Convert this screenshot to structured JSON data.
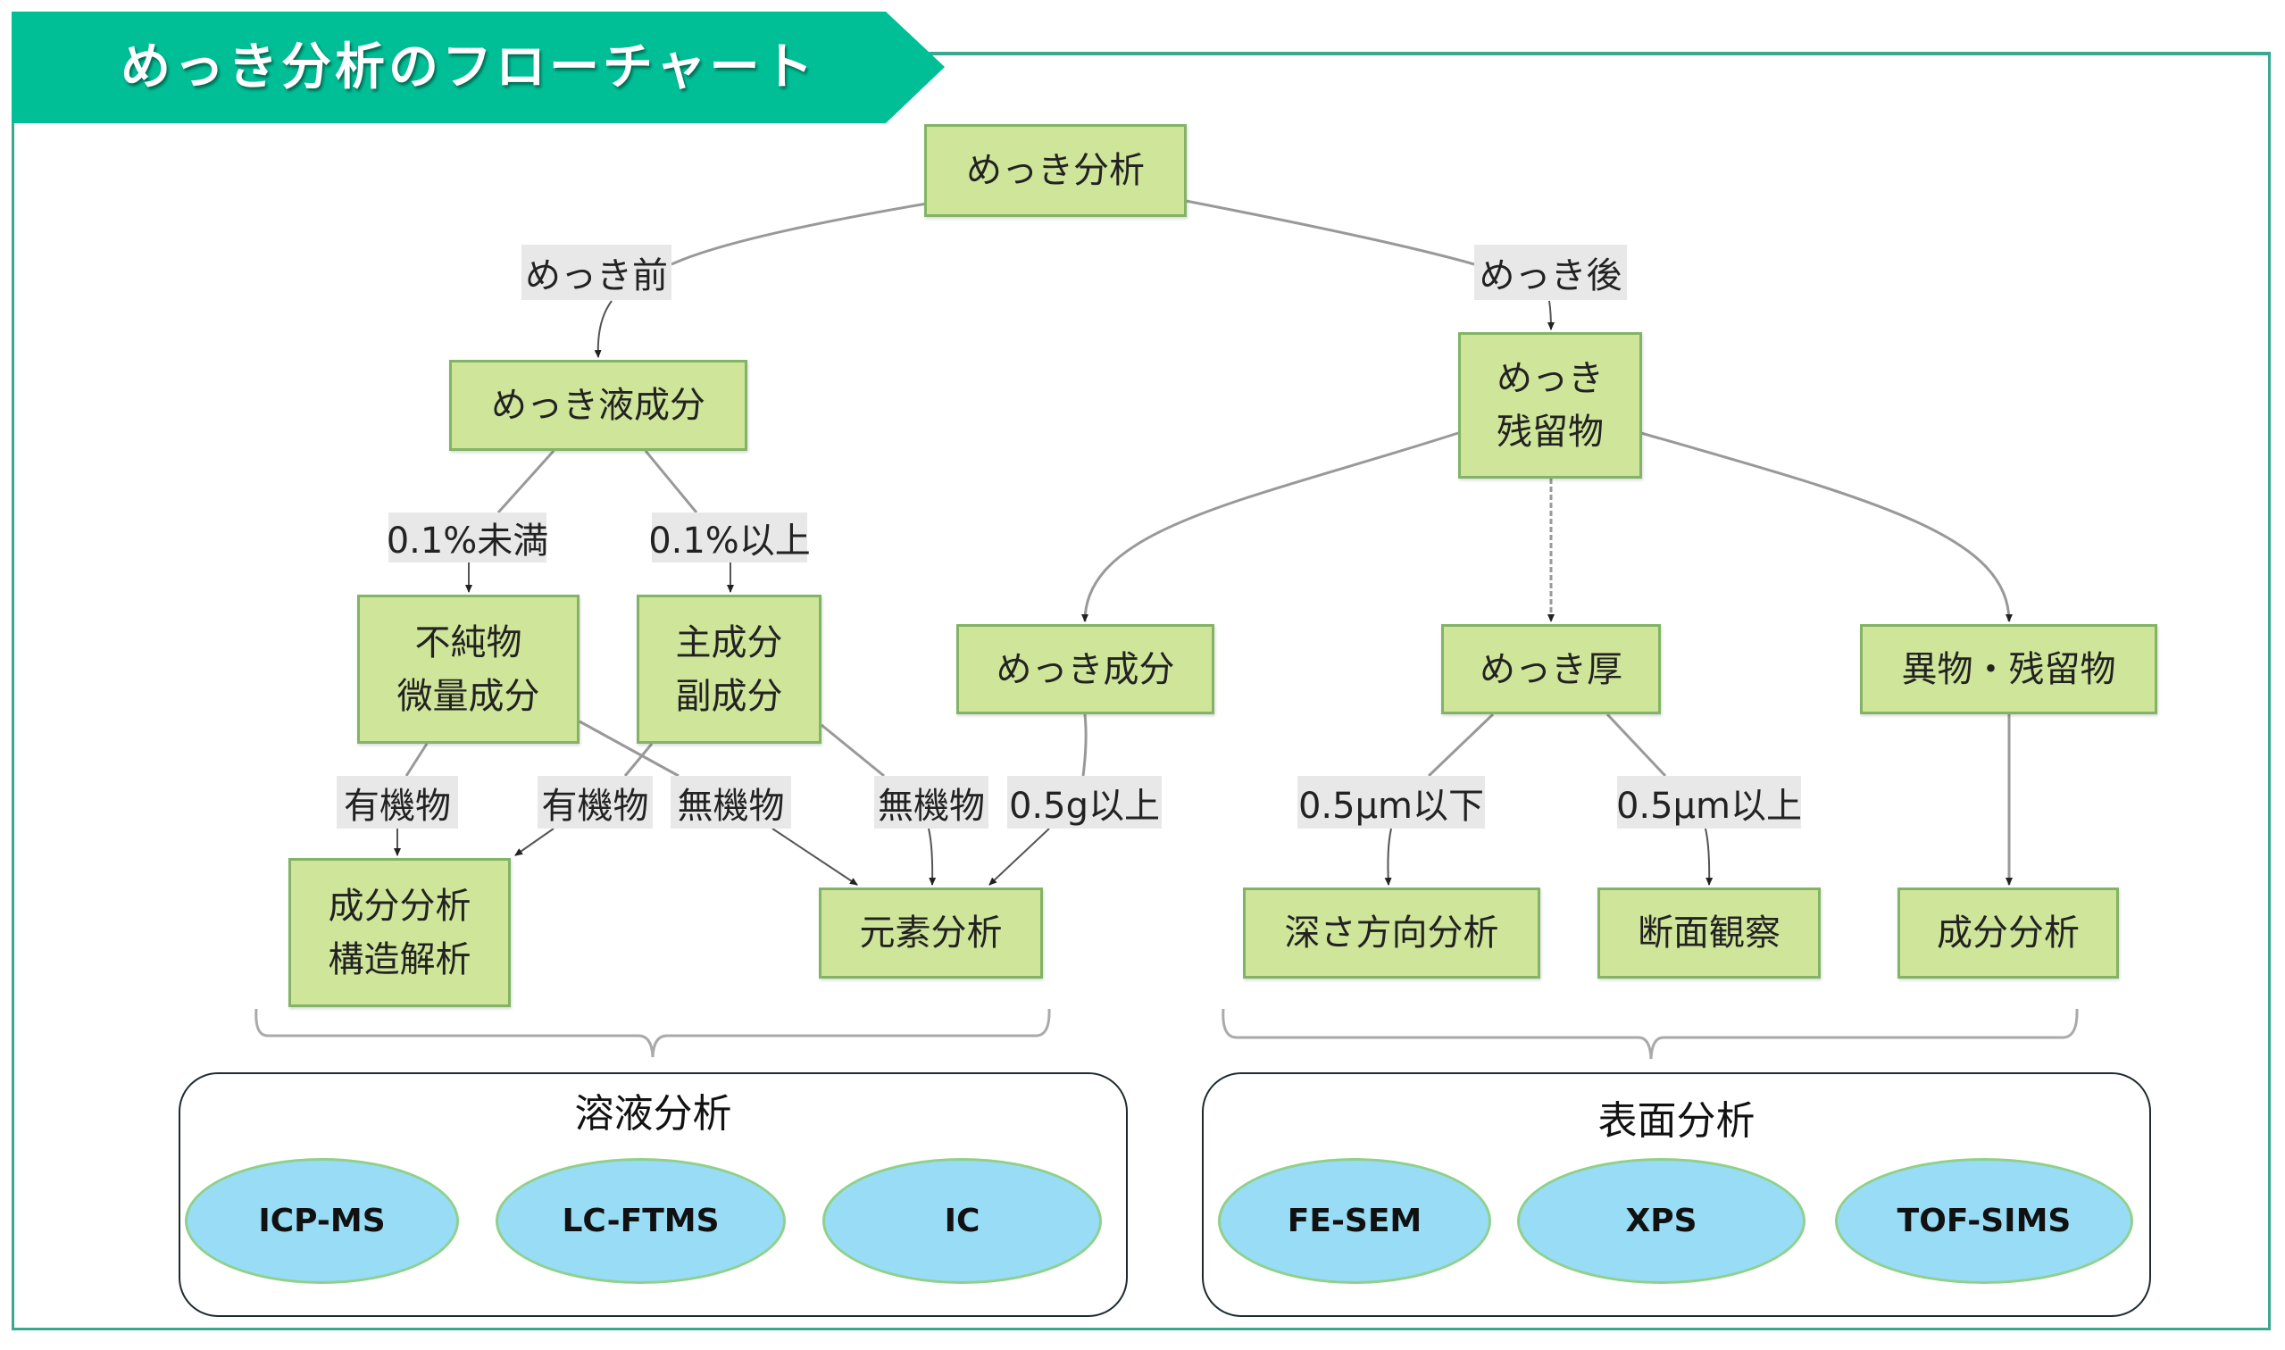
{
  "title": "めっき分析のフローチャート",
  "colors": {
    "banner": "#00bf96",
    "frame": "#3aa88f",
    "node_fill": "#cfe599",
    "node_border": "#82b366",
    "label_bg": "#e8e8e8",
    "tech_fill": "#99dcf5",
    "tech_border": "#8fd18a"
  },
  "nodes": {
    "root": [
      "めっき分析"
    ],
    "bath_components": [
      "めっき液成分"
    ],
    "plating_residue": [
      "めっき",
      "残留物"
    ],
    "impurities": [
      "不純物",
      "微量成分"
    ],
    "main_components": [
      "主成分",
      "副成分"
    ],
    "plating_components": [
      "めっき成分"
    ],
    "plating_thickness": [
      "めっき厚"
    ],
    "foreign_residue": [
      "異物・残留物"
    ],
    "component_structure": [
      "成分分析",
      "構造解析"
    ],
    "elemental_analysis": [
      "元素分析"
    ],
    "depth_analysis": [
      "深さ方向分析"
    ],
    "cross_section": [
      "断面観察"
    ],
    "component_analysis": [
      "成分分析"
    ]
  },
  "edge_labels": {
    "before_plating": "めっき前",
    "after_plating": "めっき後",
    "below_0_1": "0.1%未満",
    "above_0_1": "0.1%以上",
    "organic_1": "有機物",
    "organic_2": "有機物",
    "inorganic_1": "無機物",
    "inorganic_2": "無機物",
    "above_0_5g": "0.5g以上",
    "below_0_5um": "0.5µm以下",
    "above_0_5um": "0.5µm以上"
  },
  "edges": [
    [
      "root",
      "before_plating"
    ],
    [
      "before_plating",
      "bath_components"
    ],
    [
      "root",
      "after_plating"
    ],
    [
      "after_plating",
      "plating_residue"
    ],
    [
      "bath_components",
      "below_0_1"
    ],
    [
      "below_0_1",
      "impurities"
    ],
    [
      "bath_components",
      "above_0_1"
    ],
    [
      "above_0_1",
      "main_components"
    ],
    [
      "plating_residue",
      "plating_components"
    ],
    [
      "plating_residue",
      "plating_thickness"
    ],
    [
      "plating_residue",
      "foreign_residue"
    ],
    [
      "impurities",
      "organic_1"
    ],
    [
      "organic_1",
      "component_structure"
    ],
    [
      "main_components",
      "organic_2"
    ],
    [
      "organic_2",
      "component_structure"
    ],
    [
      "impurities",
      "inorganic_1"
    ],
    [
      "inorganic_1",
      "elemental_analysis"
    ],
    [
      "main_components",
      "inorganic_2"
    ],
    [
      "inorganic_2",
      "elemental_analysis"
    ],
    [
      "plating_components",
      "above_0_5g"
    ],
    [
      "above_0_5g",
      "elemental_analysis"
    ],
    [
      "plating_thickness",
      "below_0_5um"
    ],
    [
      "below_0_5um",
      "depth_analysis"
    ],
    [
      "plating_thickness",
      "above_0_5um"
    ],
    [
      "above_0_5um",
      "cross_section"
    ],
    [
      "foreign_residue",
      "component_analysis"
    ]
  ],
  "groups": {
    "solution": {
      "title": "溶液分析",
      "techniques": [
        "ICP-MS",
        "LC-FTMS",
        "IC"
      ]
    },
    "surface": {
      "title": "表面分析",
      "techniques": [
        "FE-SEM",
        "XPS",
        "TOF-SIMS"
      ]
    }
  }
}
